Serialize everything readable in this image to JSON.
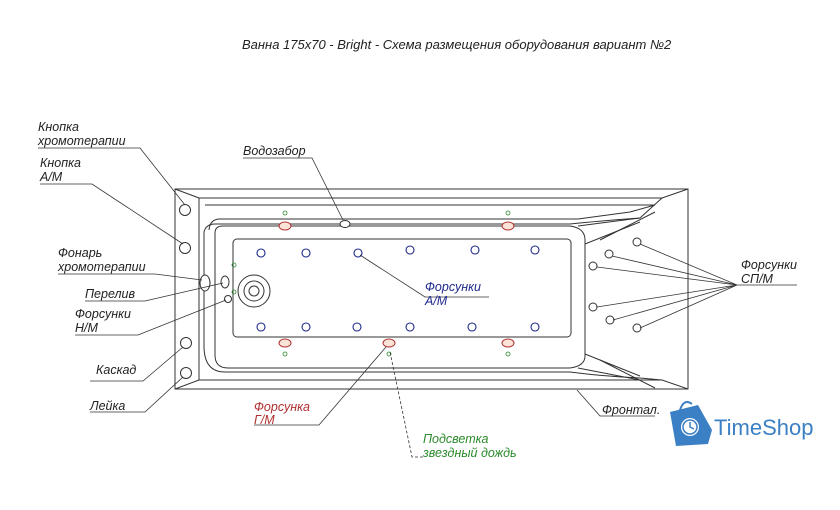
{
  "title": "Ванна 175x70 - Bright - Схема размещения оборудования вариант №2",
  "labels": {
    "chromo_button_1": "Кнопка",
    "chromo_button_2": "хромотерапии",
    "am_button_1": "Кнопка",
    "am_button_2": "А/М",
    "chromo_lamp_1": "Фонарь",
    "chromo_lamp_2": "хромотерапии",
    "overflow": "Перелив",
    "nm_jets_1": "Форсунки",
    "nm_jets_2": "Н/М",
    "cascade": "Каскад",
    "shower": "Лейка",
    "water_intake": "Водозабор",
    "am_jets_1": "Форсунки",
    "am_jets_2": "А/М",
    "sp_jets_1": "Форсунки",
    "sp_jets_2": "СП/М",
    "front": "Фронтал.",
    "gm_jet_1": "Форсунка",
    "gm_jet_2": "Г/М",
    "starlight_1": "Подсветка",
    "starlight_2": "звездный дождь"
  },
  "colors": {
    "am_jets": "#1f2a8c",
    "gm_jet": "#b03030",
    "starlight": "#2a8a2a",
    "brand": "#3b7fc4"
  },
  "brand": {
    "name": "TimeShop",
    "icon": "shopping-bag-clock-icon"
  }
}
